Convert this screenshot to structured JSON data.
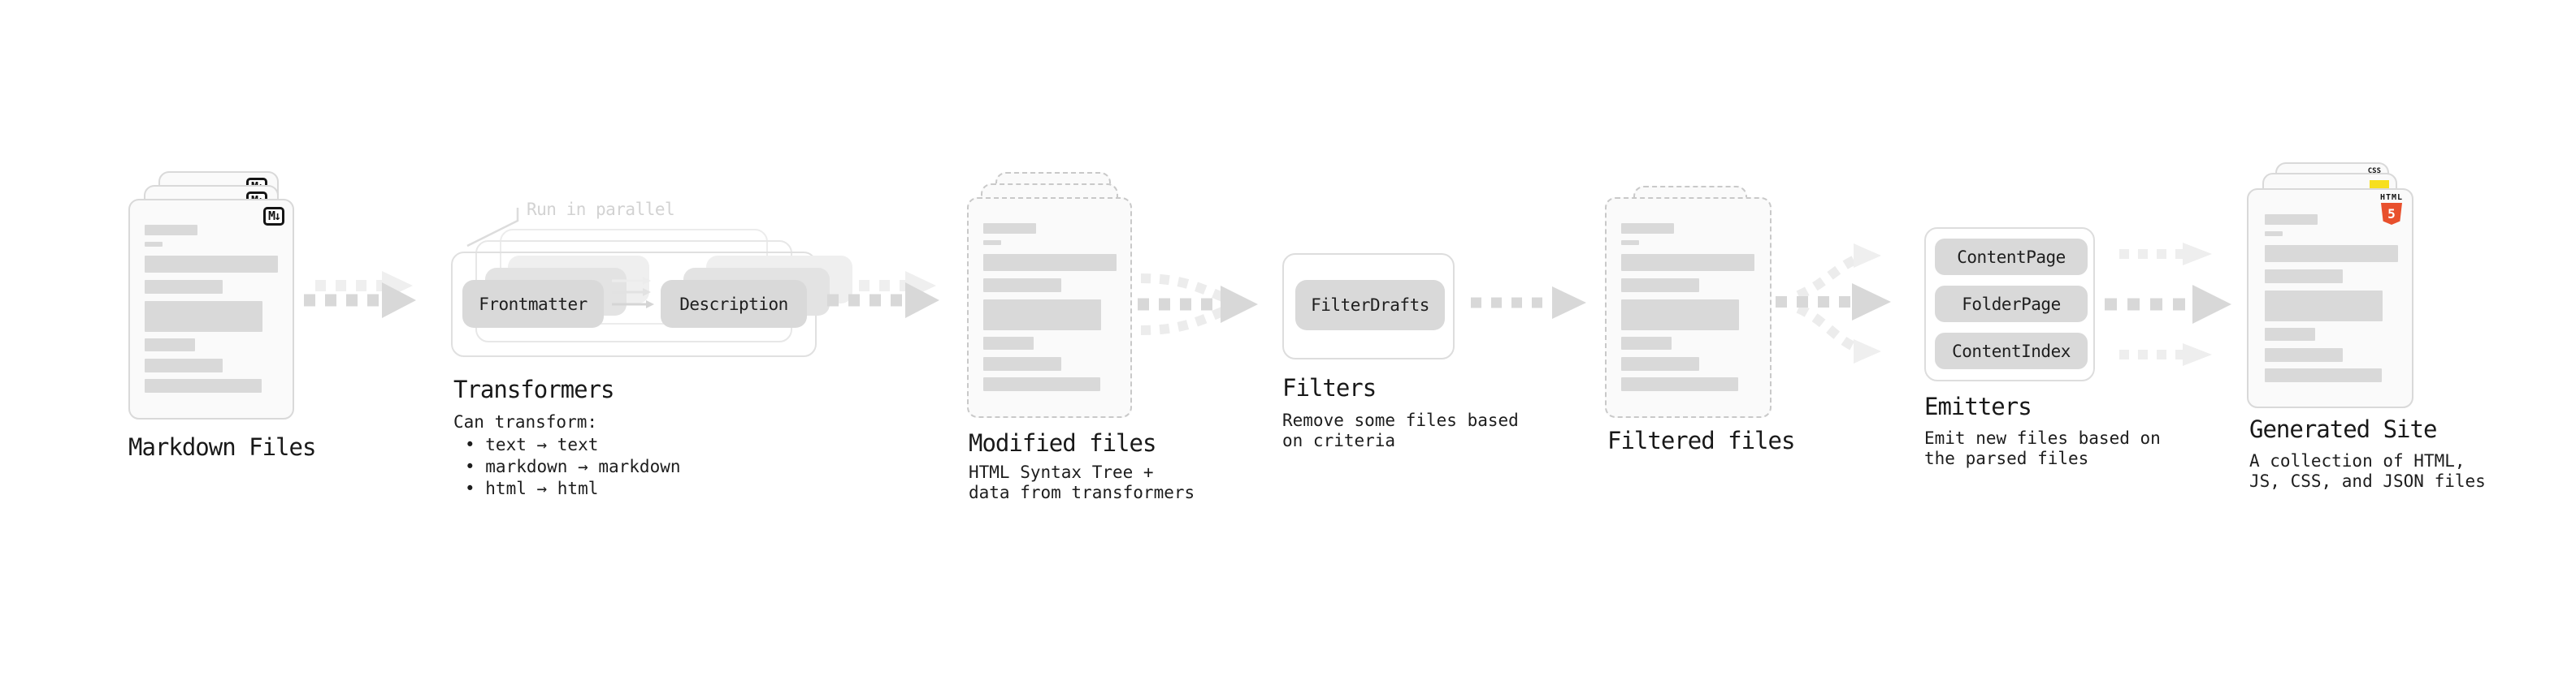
{
  "stages": {
    "markdown": {
      "label": "Markdown Files"
    },
    "transformers": {
      "label": "Transformers",
      "callout": "Run in parallel",
      "buttons": [
        "Frontmatter",
        "Description"
      ],
      "desc_title": "Can transform:",
      "bullets": [
        "• text → text",
        "• markdown → markdown",
        "• html → html"
      ]
    },
    "modified": {
      "label": "Modified files",
      "desc": "HTML Syntax Tree +\ndata from transformers"
    },
    "filters": {
      "label": "Filters",
      "buttons": [
        "FilterDrafts"
      ],
      "desc": "Remove some files based\non criteria"
    },
    "filtered": {
      "label": "Filtered files"
    },
    "emitters": {
      "label": "Emitters",
      "buttons": [
        "ContentPage",
        "FolderPage",
        "ContentIndex"
      ],
      "desc": "Emit new files based on\nthe parsed files"
    },
    "generated": {
      "label": "Generated Site",
      "desc": "A collection of HTML,\nJS, CSS, and JSON files"
    }
  },
  "icons": {
    "markdown": "M↓",
    "html5_label": "HTML",
    "html5_number": "5",
    "css": "CSS"
  },
  "colors": {
    "text": "#1a1a1a",
    "callout_muted": "#d2d2d2",
    "card_bg": "#fafafa",
    "card_border": "#d9d9d9",
    "dashed_border": "#c9c9c9",
    "bar_gray": "#d9d9d9",
    "button_gray": "#d9d9d9",
    "arrow_dark": "#d8d8d8",
    "arrow_light": "#ededed",
    "html5_orange": "#e8502d",
    "js_yellow": "#f7df1e",
    "css_blue": "#2f6bf2"
  },
  "decor": {
    "bar_pattern": [
      [
        65,
        13,
        8
      ],
      [
        22,
        6,
        11
      ],
      [
        164,
        21,
        9
      ],
      [
        96,
        17,
        9
      ],
      [
        145,
        38,
        8
      ],
      [
        62,
        16,
        9
      ],
      [
        96,
        17,
        8
      ],
      [
        144,
        17,
        0
      ]
    ]
  }
}
